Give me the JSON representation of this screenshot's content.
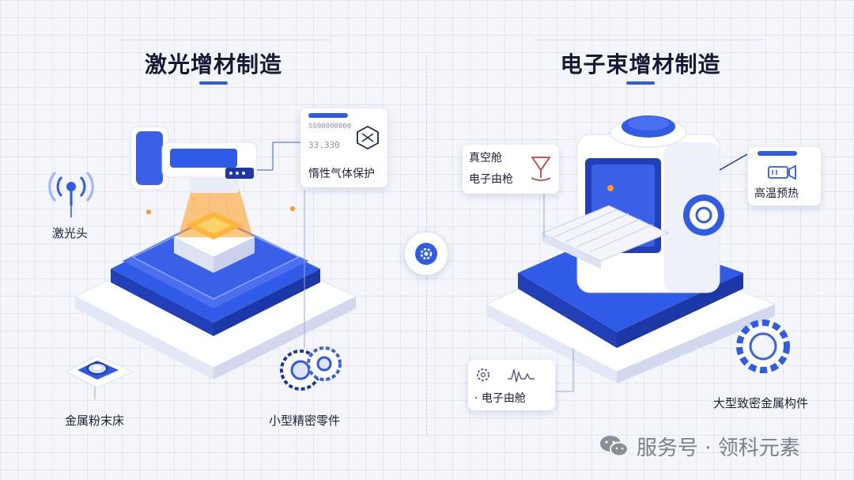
{
  "left": {
    "title": "激光增材制造",
    "labels": {
      "laser_head": "激光头",
      "inert_gas": "惰性气体保护",
      "powder_bed": "金属粉末床",
      "precision_parts": "小型精密零件"
    },
    "gas_card_codes": [
      "SS00000000",
      "33.330"
    ]
  },
  "right": {
    "title": "电子束增材制造",
    "labels": {
      "vacuum_chamber": "真空舱",
      "electron_gun": "电子由枪",
      "preheat": "高温预热",
      "electron_chamber": "· 电子由舱",
      "large_parts": "大型致密金属构件"
    }
  },
  "watermark": "服务号 · 领科元素",
  "colors": {
    "accent": "#2f5be6",
    "accent_dark": "#2140b8",
    "laser": "#ff9a1a",
    "bg": "#f4f6fb"
  }
}
